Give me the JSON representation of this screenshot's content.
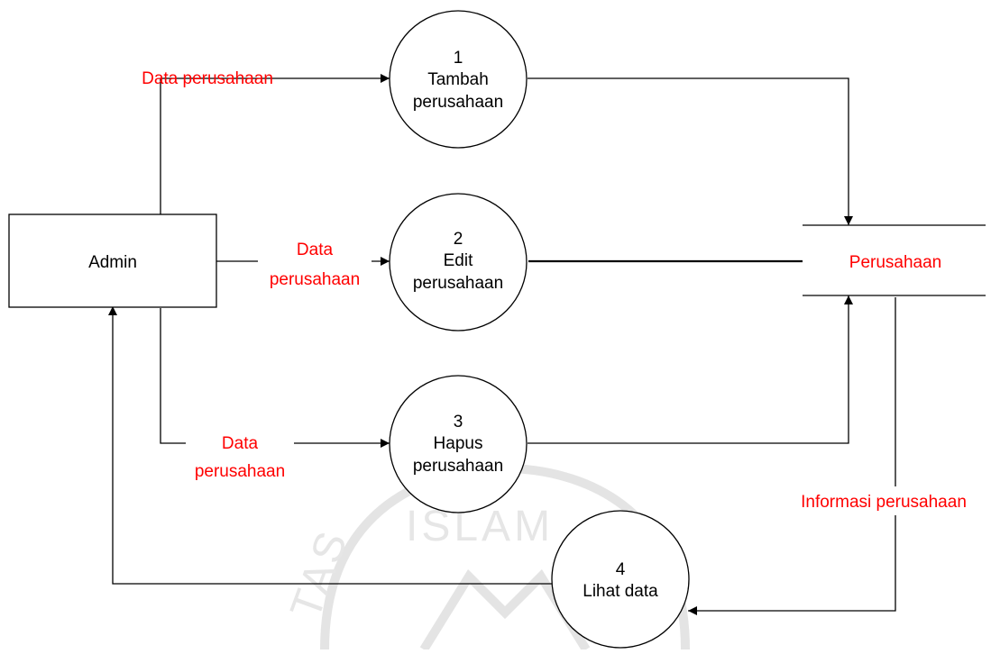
{
  "colors": {
    "label": "#ff0000",
    "line": "#000000",
    "watermark": "#e4e4e4"
  },
  "entity": {
    "name": "Admin"
  },
  "datastore": {
    "name": "Perusahaan"
  },
  "processes": [
    {
      "number": "1",
      "lines": [
        "Tambah",
        "perusahaan"
      ]
    },
    {
      "number": "2",
      "lines": [
        "Edit",
        "perusahaan"
      ]
    },
    {
      "number": "3",
      "lines": [
        "Hapus",
        "perusahaan"
      ]
    },
    {
      "number": "4",
      "lines": [
        "Lihat data"
      ]
    }
  ],
  "flows": {
    "flow1": "Data perusahaan",
    "flow2": [
      "Data",
      "perusahaan"
    ],
    "flow3": [
      "Data",
      "perusahaan"
    ],
    "flow4": "Informasi perusahaan"
  },
  "watermark": {
    "text": "ISLAM",
    "side_text": "TAS",
    "icon": "university-seal-watermark"
  }
}
